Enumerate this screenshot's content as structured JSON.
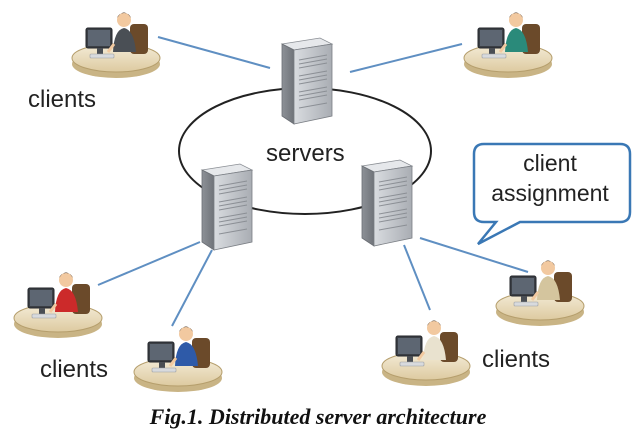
{
  "labels": {
    "clients_top_left": "clients",
    "servers": "servers",
    "clients_bottom_left": "clients",
    "clients_bottom_right": "clients"
  },
  "callout": {
    "line1": "client",
    "line2": "assignment"
  },
  "caption": "Fig.1.  Distributed server architecture",
  "icons": {
    "server": "server-tower-icon",
    "client": "user-at-desk-icon"
  },
  "colors": {
    "link_line": "#5f8fc2",
    "ring": "#222222",
    "callout_border": "#3a78b5",
    "server_body": "#b8bcc2",
    "desk_top": "#e8dcc0",
    "shirt_red": "#cc2a2a",
    "shirt_blue": "#2e5aa8",
    "shirt_teal": "#2a8a7a"
  }
}
